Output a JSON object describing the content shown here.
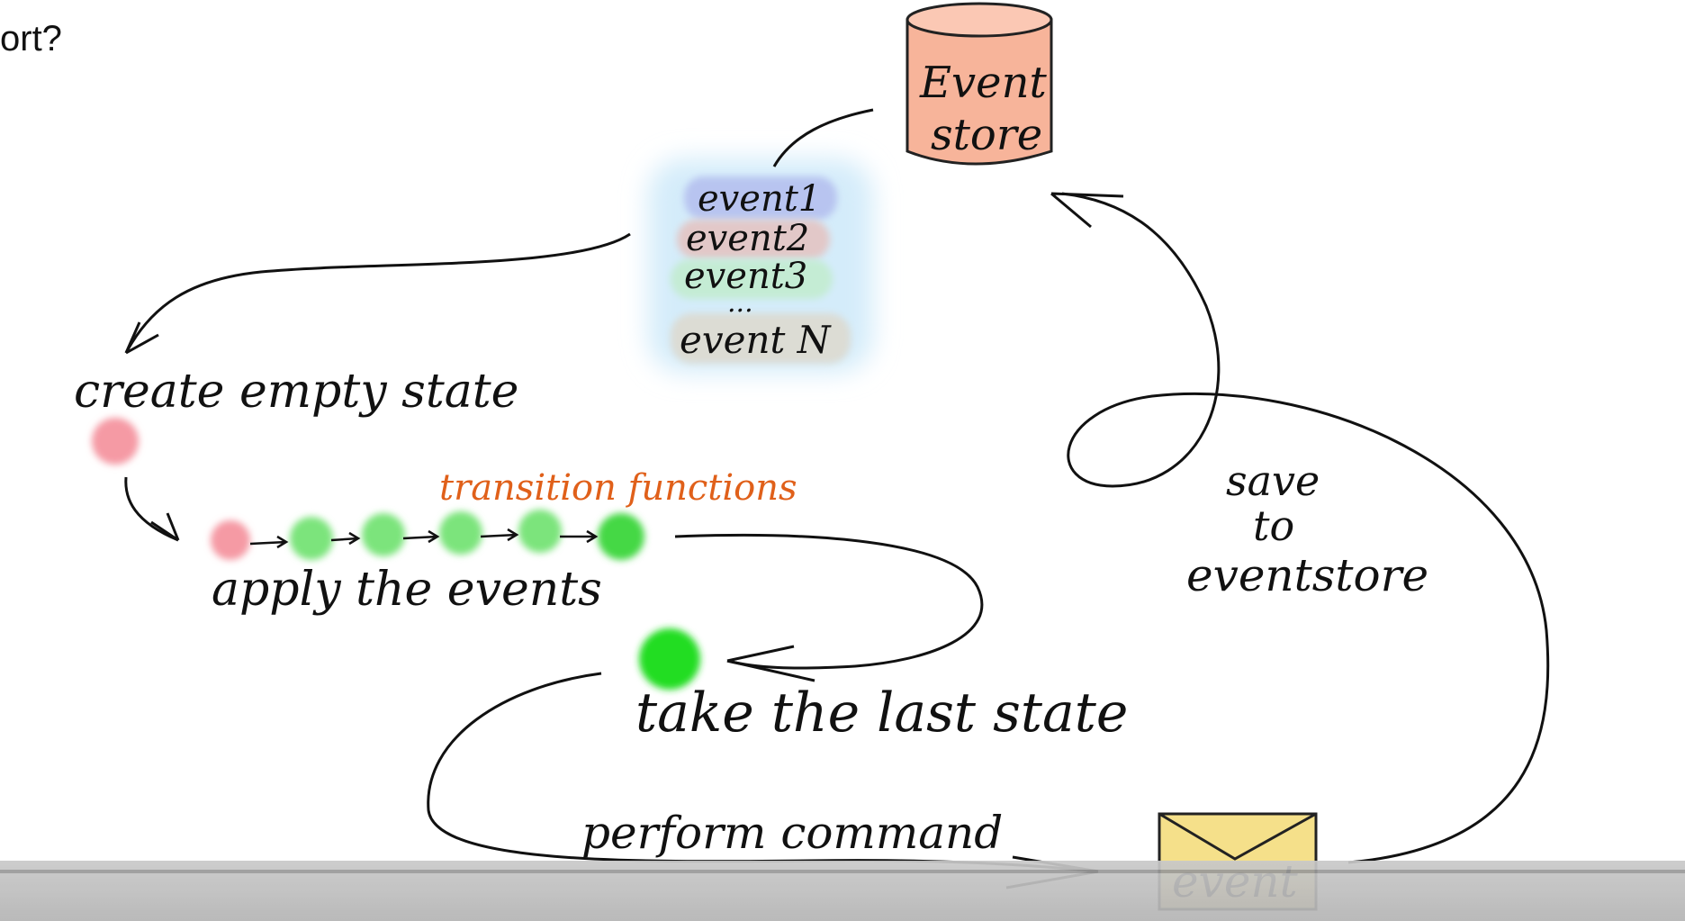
{
  "top_text": "ort?",
  "diagram": {
    "event_store": {
      "line1": "Event",
      "line2": "store"
    },
    "events": [
      "event1",
      "event2",
      "event3",
      "...",
      "event N"
    ],
    "create_empty_state": "create empty state",
    "transition_functions": "transition functions",
    "apply_the_events": "apply the events",
    "take_last_state": "take the last state",
    "perform_command": "perform command",
    "event_envelope": "event",
    "save_to_eventstore": {
      "line1": "save",
      "line2": "to",
      "line3": "eventstore"
    }
  },
  "colors": {
    "store_fill": "#f7b49a",
    "empty_state": "#f59aa4",
    "green_state": "#7be47b",
    "last_state": "#22dd22",
    "transition_text": "#e0601a",
    "envelope_fill": "#f5e08a",
    "event1_bg": "#b8c4f0",
    "event2_bg": "#e2c8c8",
    "event3_bg": "#c4ecd4",
    "eventN_bg": "#dcdcd4",
    "cloud_bg": "#d4ecfa"
  }
}
